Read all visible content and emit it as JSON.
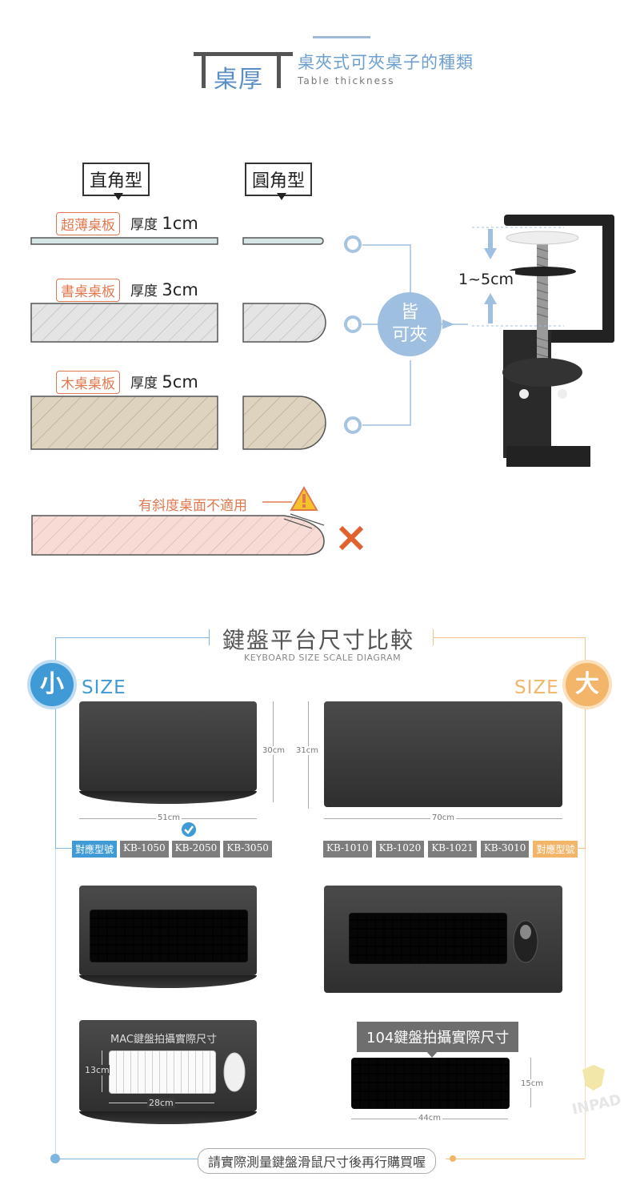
{
  "header": {
    "main": "桌厚",
    "sub": "桌夾式可夾桌子的種類",
    "en": "Table thickness"
  },
  "shapes": {
    "square": "直角型",
    "round": "圓角型"
  },
  "boards": [
    {
      "tag": "超薄桌板",
      "label": "厚度",
      "value": "1cm"
    },
    {
      "tag": "書桌桌板",
      "label": "厚度",
      "value": "3cm"
    },
    {
      "tag": "木桌桌板",
      "label": "厚度",
      "value": "5cm"
    }
  ],
  "bubble": {
    "line1": "皆",
    "line2": "可夾"
  },
  "clamp_range": "1~5cm",
  "warning": {
    "text": "有斜度桌面不適用"
  },
  "kb": {
    "title": "鍵盤平台尺寸比較",
    "en": "KEYBOARD SIZE SCALE DIAGRAM",
    "small": {
      "badge": "小",
      "label": "SIZE",
      "height": "30cm",
      "width": "51cm",
      "models_label": "對應型號",
      "models": [
        "KB-1050",
        "KB-2050",
        "KB-3050"
      ]
    },
    "large": {
      "badge": "大",
      "label": "SIZE",
      "height": "31cm",
      "width": "70cm",
      "models_label": "對應型號",
      "models": [
        "KB-1010",
        "KB-1020",
        "KB-1021",
        "KB-3010"
      ]
    },
    "mac": {
      "title": "MAC鍵盤拍攝實際尺寸",
      "height": "13cm",
      "width": "28cm"
    },
    "k104": {
      "title": "104鍵盤拍攝實際尺寸",
      "height": "15cm",
      "width": "44cm"
    },
    "note": "請實際測量鍵盤滑鼠尺寸後再行購買喔",
    "logo": "INPAD"
  },
  "colors": {
    "blue": "#3f9ad6",
    "orange": "#f2b56a",
    "accent_red": "#e0784f"
  }
}
